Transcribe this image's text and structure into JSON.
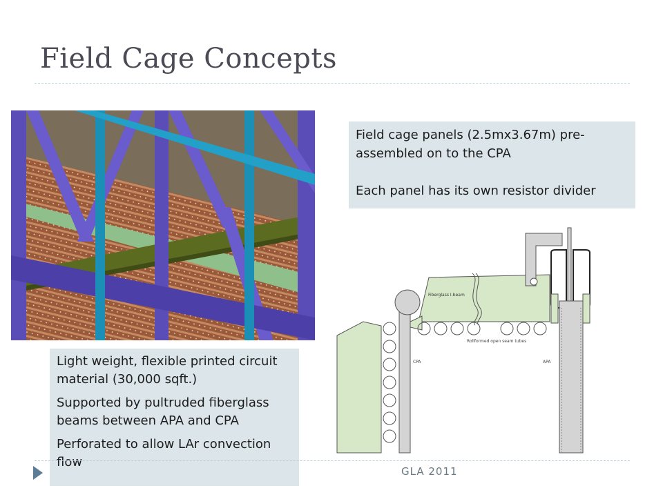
{
  "slide": {
    "title": "Field Cage Concepts",
    "footer": "GLA 2011"
  },
  "right_box": {
    "line1": "Field cage panels (2.5mx3.67m) pre-assembled on to the CPA",
    "line2": "Each panel has its own resistor divider"
  },
  "left_box": {
    "items": [
      "Light weight, flexible printed circuit material (30,000 sqft.)",
      "Supported by pultruded fiberglass beams between APA and CPA",
      "Perforated to allow LAr convection flow"
    ]
  },
  "diagram": {
    "beam_label": "Fiberglass I-beam",
    "tubes_label": "Rollformed open seam tubes",
    "cpa_label": "CPA",
    "apa_label": "APA"
  },
  "colors": {
    "title": "#4b4a55",
    "box_bg": "#dbe5ea",
    "frame_purple": "#5a4db8",
    "frame_cyan": "#1c8fb6",
    "copper": "#9a5a3a",
    "fiberglass_green": "#d7e8c8"
  }
}
